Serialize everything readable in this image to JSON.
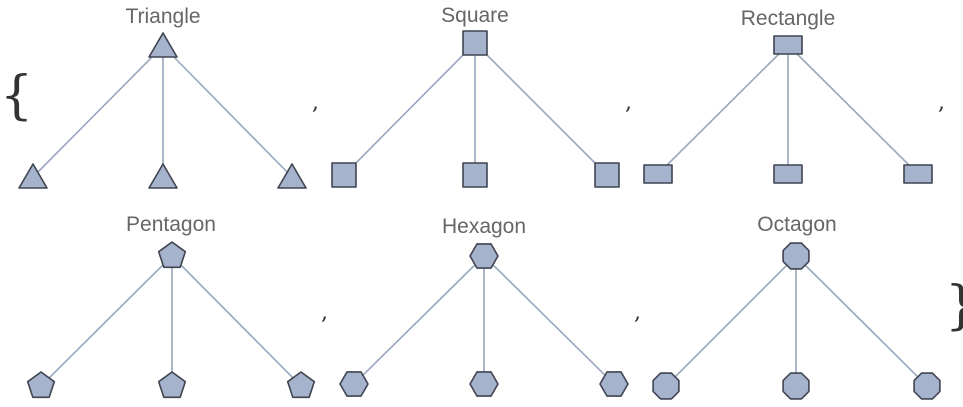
{
  "list": {
    "open_brace": "{",
    "close_brace": "}",
    "separator": ","
  },
  "colors": {
    "node_fill": "#a5b4cc",
    "node_stroke": "#3f4450",
    "edge": "#98a7bd",
    "title": "#666666"
  },
  "graphs": [
    {
      "title": "Triangle",
      "shape": "triangle",
      "children": 3
    },
    {
      "title": "Square",
      "shape": "square",
      "children": 3
    },
    {
      "title": "Rectangle",
      "shape": "rectangle",
      "children": 3
    },
    {
      "title": "Pentagon",
      "shape": "pentagon",
      "children": 3
    },
    {
      "title": "Hexagon",
      "shape": "hexagon",
      "children": 3
    },
    {
      "title": "Octagon",
      "shape": "octagon",
      "children": 3
    }
  ]
}
